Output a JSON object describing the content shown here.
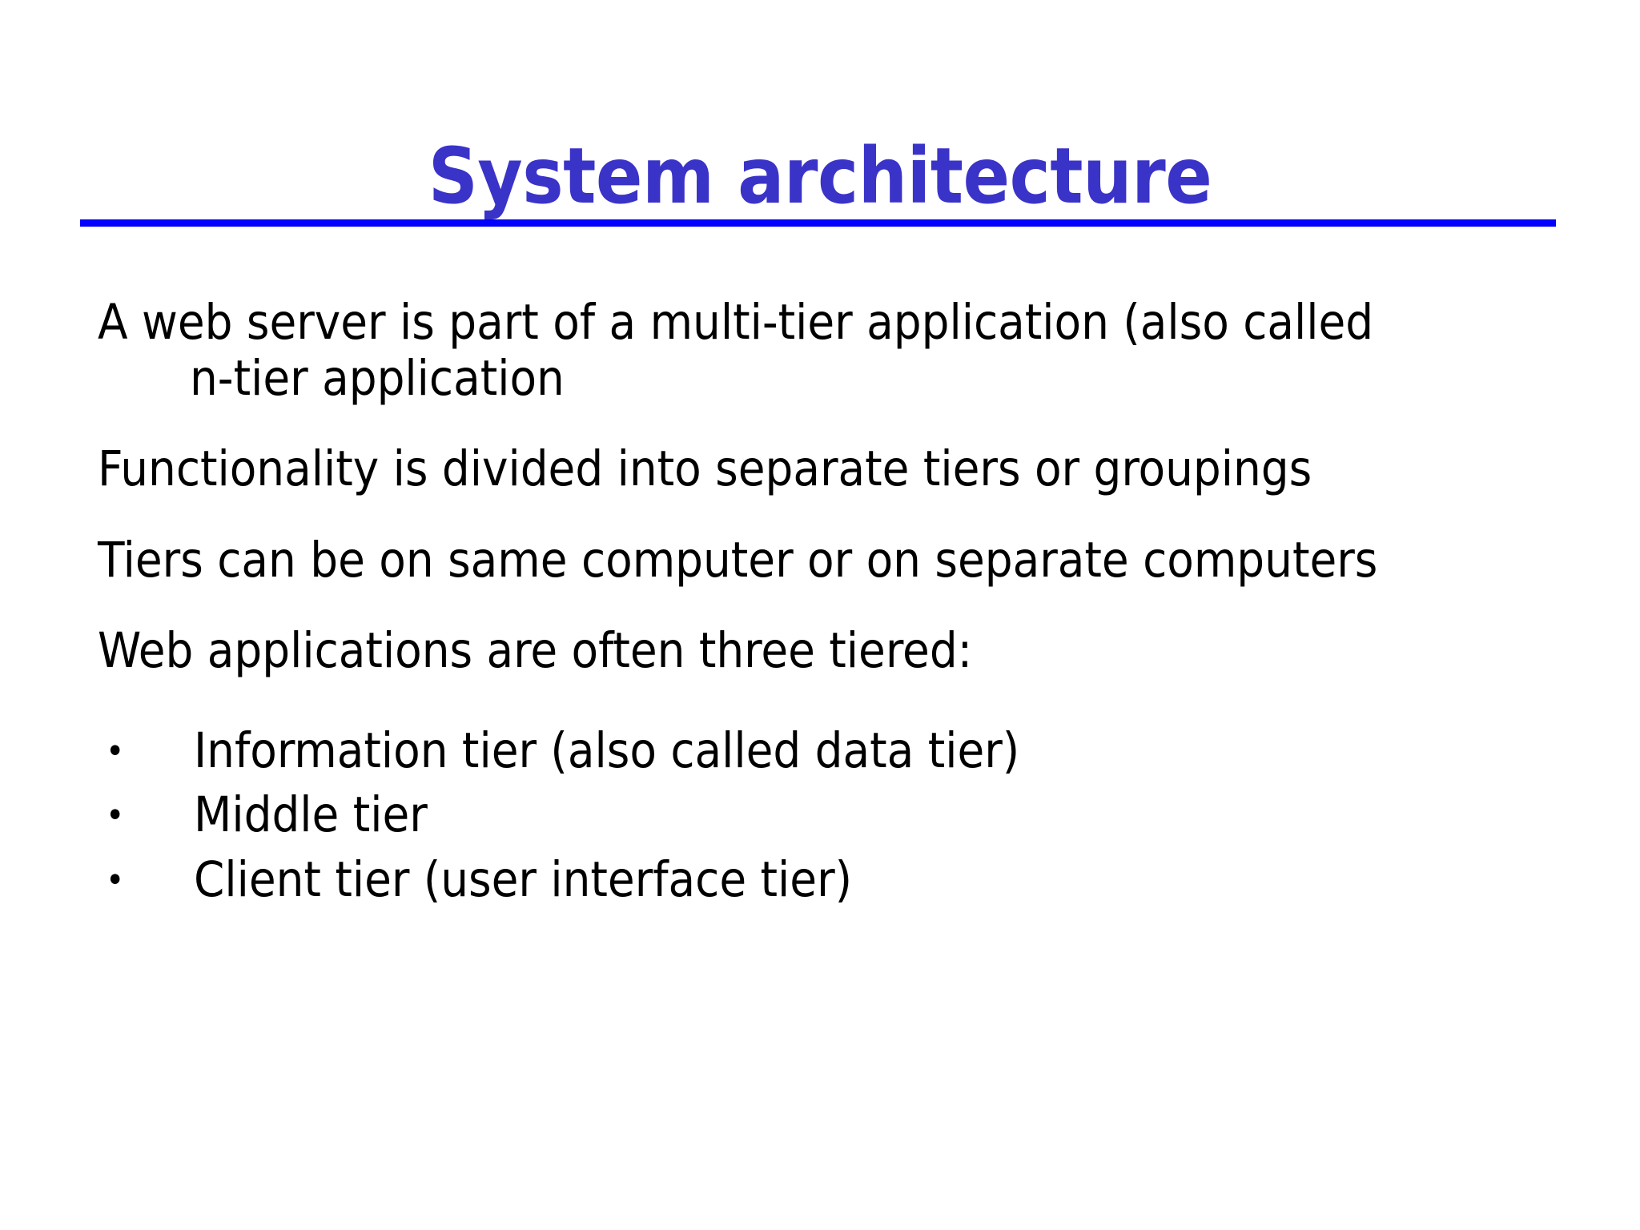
{
  "slide": {
    "title": "System architecture",
    "title_color": "#3a33c8",
    "rule_color": "#0000ff",
    "background_color": "#ffffff",
    "body_color": "#000000",
    "paragraphs": [
      {
        "line1": "A web server is part of a multi-tier application (also called",
        "line2": "n-tier application"
      },
      {
        "line1": "Functionality is divided into separate tiers or groupings",
        "line2": ""
      },
      {
        "line1": "Tiers can be on same computer or on separate computers",
        "line2": ""
      },
      {
        "line1": "Web applications are often three tiered:",
        "line2": ""
      }
    ],
    "bullets": [
      {
        "marker": "bullet-dot",
        "label": "Information tier (also called data tier)"
      },
      {
        "marker": "bullet-dot",
        "label": "Middle tier"
      },
      {
        "marker": "bullet-dot",
        "label": "Client tier (user interface tier)"
      }
    ],
    "bullet_glyph": "•"
  }
}
